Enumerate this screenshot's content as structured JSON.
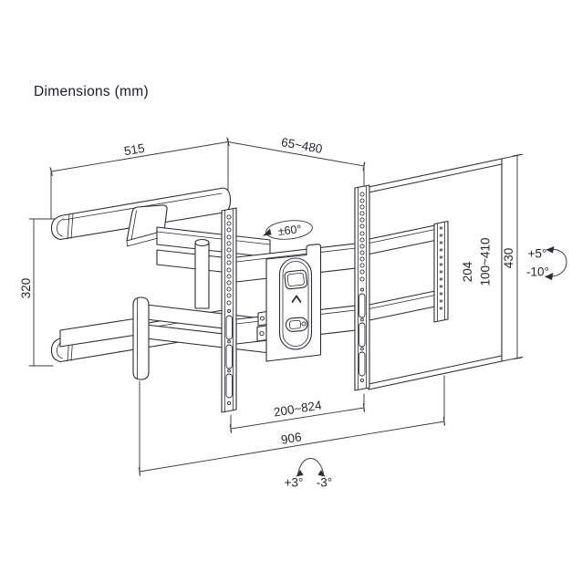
{
  "title": "Dimensions (mm)",
  "dims": {
    "wall_rail_width": "515",
    "extension_range": "65~480",
    "wall_plate_height": "320",
    "inner_bracket_height": "204",
    "vesa_height_range": "100~410",
    "tv_plate_height": "430",
    "vesa_width_range": "200~824",
    "max_width": "906"
  },
  "angles": {
    "swivel": "±60°",
    "tilt_up": "+5°",
    "tilt_down": "-10°",
    "roll_cw": "+3°",
    "roll_ccw": "-3°"
  },
  "colors": {
    "line": "#2c2c34",
    "dimension_line": "#3a3a42",
    "text": "#27272f",
    "background": "#ffffff"
  }
}
